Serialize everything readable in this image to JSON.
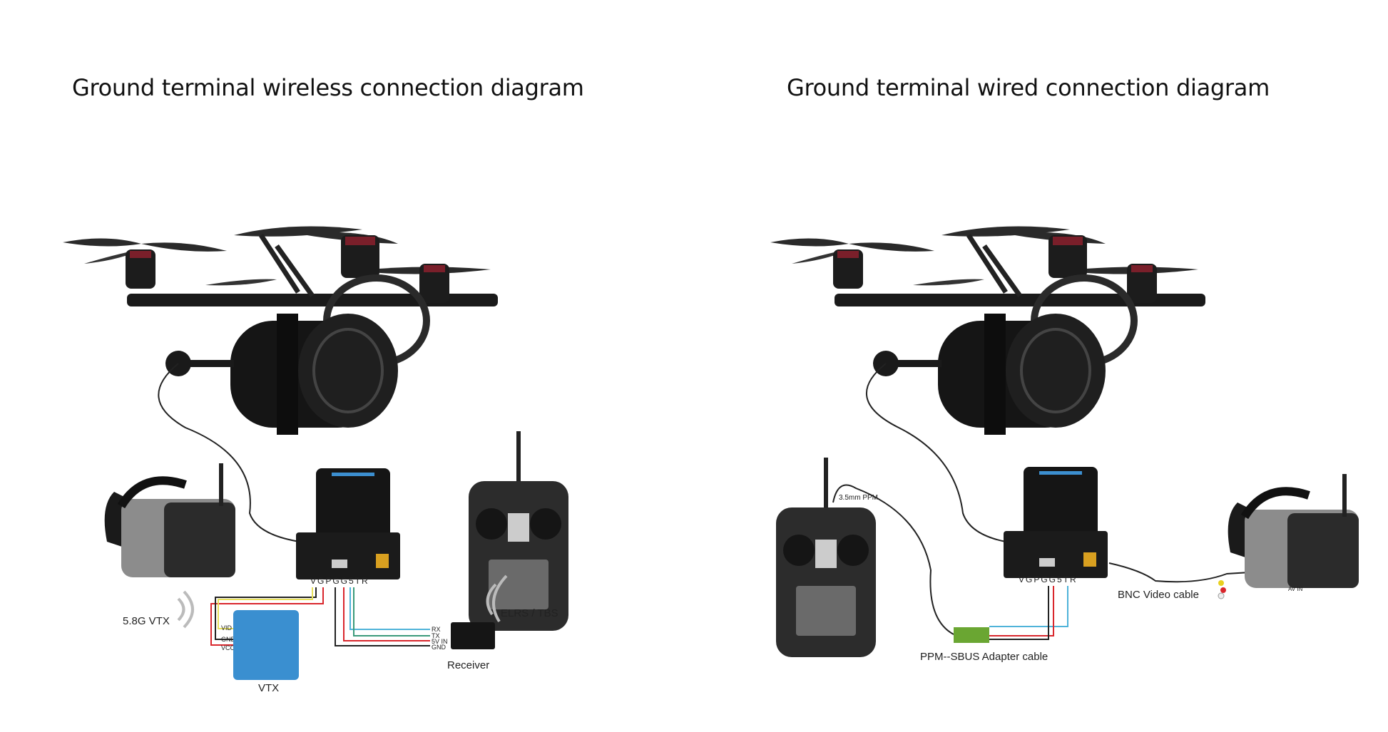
{
  "left_diagram": {
    "title": "Ground terminal wireless connection diagram",
    "pin_labels": "VGPGG5TR",
    "vtx_link_label": "5.8G VTX",
    "vtx_label": "VTX",
    "vtx_pins": [
      "VID",
      "GND",
      "VCC"
    ],
    "receiver_pins": [
      "RX",
      "TX",
      "5V IN",
      "GND"
    ],
    "receiver_label": "Receiver",
    "elrs_label": "ELRS / TBS"
  },
  "right_diagram": {
    "title": "Ground terminal wired connection diagram",
    "pin_labels": "VGPGG5TR",
    "ppm_label": "3.5mm PPM",
    "adapter_label": "PPM--SBUS  Adapter cable",
    "bnc_label": "BNC Video cable",
    "av_in_label": "AV IN"
  },
  "colors": {
    "wire_red": "#d9262c",
    "wire_black": "#222222",
    "wire_yellow": "#e8e05a",
    "wire_blue": "#4fb3d9",
    "wire_green": "#3a9a7a",
    "vtx_blue": "#3a8fd0",
    "adapter_green": "#6aa632"
  }
}
